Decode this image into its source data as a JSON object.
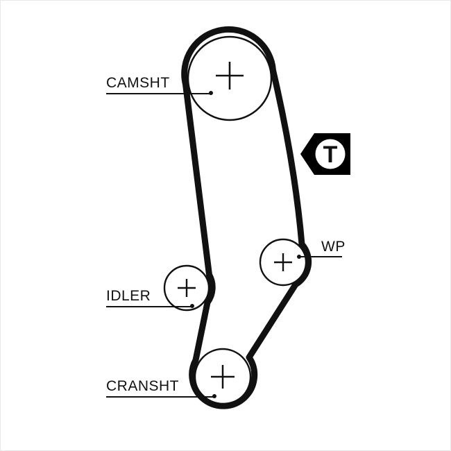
{
  "diagram": {
    "type": "timing-belt-routing-diagram",
    "colors": {
      "background": "#ffffff",
      "line": "#111111",
      "tensioner_fill": "#000000",
      "tensioner_circle": "#ffffff"
    },
    "components": {
      "camshaft": {
        "label": "CAMSHT"
      },
      "idler": {
        "label": "IDLER"
      },
      "crankshaft": {
        "label": "CRANSHT"
      },
      "water_pump": {
        "label": "WP"
      },
      "tensioner": {
        "label": "T"
      }
    }
  }
}
